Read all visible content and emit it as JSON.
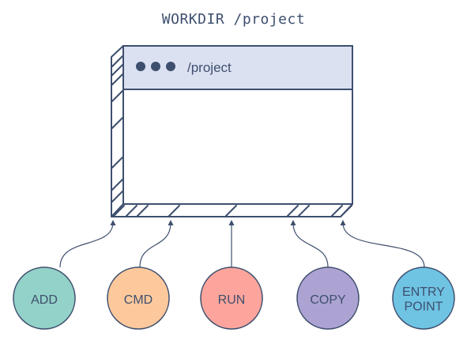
{
  "title": "WORKDIR /project",
  "window": {
    "path": "/project",
    "colors": {
      "stroke": "#3e4f6e",
      "titlebar": "#dce1f2",
      "body": "#ffffff",
      "dots": "#3e4f6e"
    }
  },
  "instructions": [
    {
      "label": "ADD",
      "fill": "#93d2c8"
    },
    {
      "label": "CMD",
      "fill": "#fdc99c"
    },
    {
      "label": "RUN",
      "fill": "#fda59c"
    },
    {
      "label": "COPY",
      "fill": "#ada3d3"
    },
    {
      "label": "ENTRY\nPOINT",
      "fill": "#6fc3e3"
    }
  ]
}
